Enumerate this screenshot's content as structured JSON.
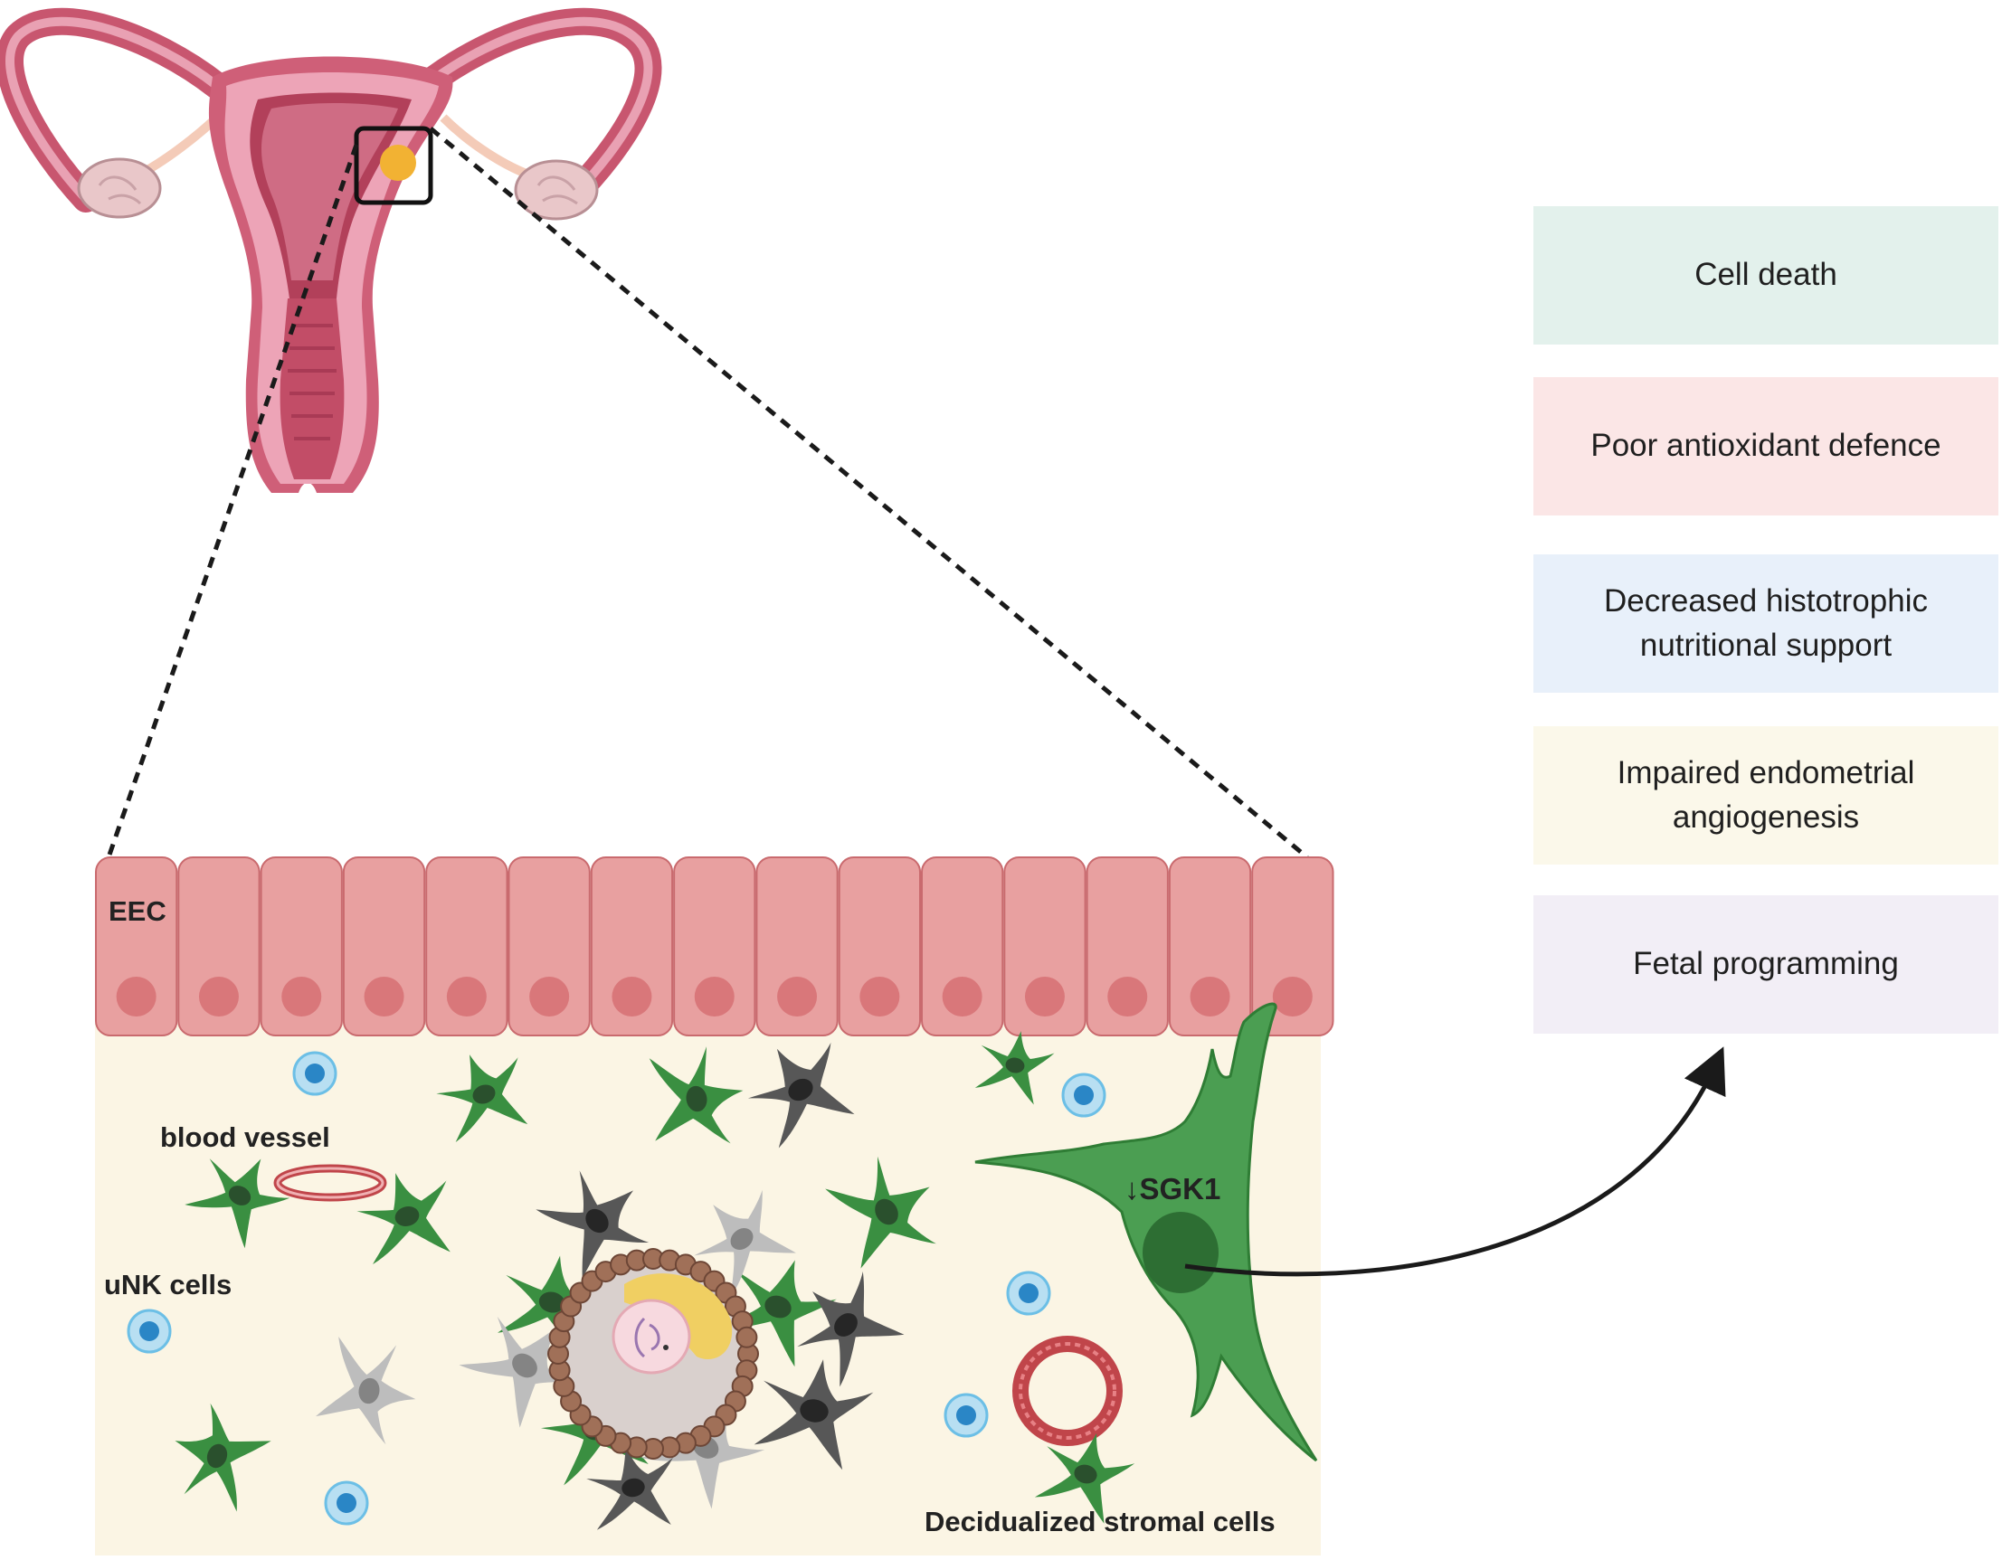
{
  "tissue_labels": {
    "eec": "EEC",
    "blood_vessel": "blood vessel",
    "unk_cells": "uNK cells",
    "sgk1": "↓SGK1",
    "decidualized": "Decidualized stromal cells"
  },
  "outcomes": [
    {
      "label": "Cell death",
      "color": "#e3f1ec"
    },
    {
      "label": "Poor antioxidant defence",
      "color": "#fbe6e6"
    },
    {
      "label": "Decreased histotrophic nutritional support",
      "color": "#e8f0fa"
    },
    {
      "label": "Impaired endometrial angiogenesis",
      "color": "#fbf8ea"
    },
    {
      "label": "Fetal programming",
      "color": "#f2eef6"
    }
  ],
  "colors": {
    "epithelium": "#e8a0a0",
    "nucleus": "#d9777a",
    "stroma": "#fbf5e4",
    "uterus_outer": "#cf5f78",
    "uterus_inner": "#eda4b7",
    "stromal_green": "#3a8f41",
    "stromal_dark_gray": "#575757",
    "stromal_light_gray": "#bdbdbd",
    "unk_cell": "#5bb4df",
    "blastocyst_cell": "#a07058",
    "implantation_dot": "#f2b233"
  },
  "icons": [
    "uterus-icon",
    "embryo-icon",
    "arrow-icon"
  ]
}
